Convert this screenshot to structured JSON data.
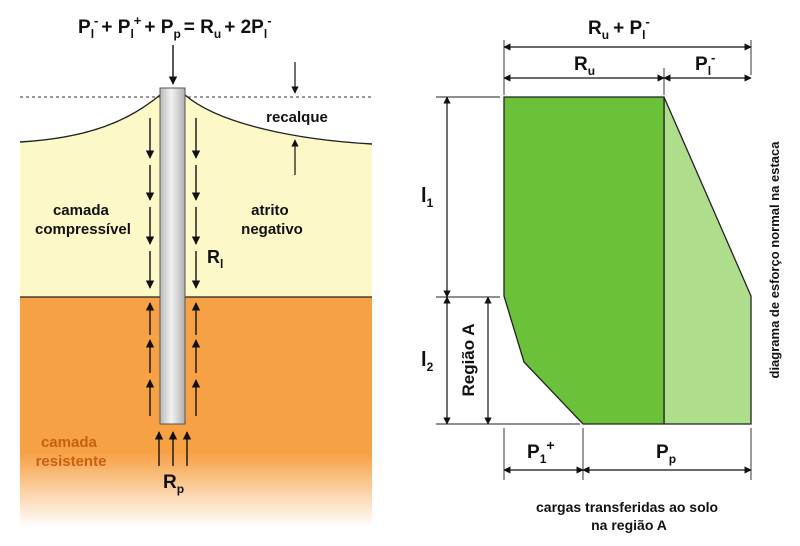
{
  "left": {
    "equation": {
      "p1": "P",
      "s1": "l",
      "e1": "-",
      "p2": "+ P",
      "s2": "l",
      "e2": "+",
      "p3": "+ P",
      "s3": "p",
      "p4": "= R",
      "s4": "u",
      "p5": "+ 2P",
      "s5": "l",
      "e5": "-"
    },
    "recalque": "recalque",
    "camada_compressivel": [
      "camada",
      "compressível"
    ],
    "atrito_negativo": [
      "atrito",
      "negativo"
    ],
    "rl": {
      "main": "R",
      "sub": "l"
    },
    "camada_resistente": [
      "camada",
      "resistente"
    ],
    "rp": {
      "main": "R",
      "sub": "p"
    },
    "colors": {
      "soft_layer": "#fdf8c8",
      "resistant_layer": "#f7a145",
      "pile": "#d8d8d8"
    }
  },
  "right": {
    "top_dim": {
      "main": "R",
      "sub": "u",
      "plus": "+ P",
      "sub2": "l",
      "sup2": "-"
    },
    "ru": {
      "main": "R",
      "sub": "u"
    },
    "pl": {
      "main": "P",
      "sub": "l",
      "sup": "-"
    },
    "l1": {
      "main": "l",
      "sub": "1"
    },
    "l2": {
      "main": "l",
      "sub": "2"
    },
    "regiao_a": "Região A",
    "p1plus": {
      "main": "P",
      "sub": "1",
      "sup": "+"
    },
    "pp": {
      "main": "P",
      "sub": "p"
    },
    "vertical_caption": "diagrama de esforço normal na estaca",
    "caption": [
      "cargas transferidas ao solo",
      "na região A"
    ],
    "colors": {
      "dark_green": "#6cc13a",
      "light_green": "#aede8c"
    }
  }
}
